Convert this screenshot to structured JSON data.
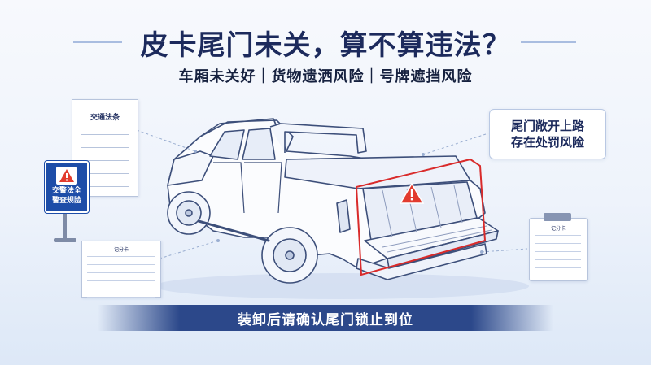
{
  "header": {
    "title": "皮卡尾门未关，算不算违法？",
    "subtitle": "车厢未关好｜货物遗洒风险｜号牌遮挡风险"
  },
  "callout": {
    "line1": "尾门敞开上路",
    "line2": "存在处罚风险"
  },
  "documents": {
    "law_doc_title": "交通法条",
    "sign_line1": "交警法全",
    "sign_line2": "警查规险",
    "card_title": "记分卡",
    "clipboard_title": "记分卡"
  },
  "footer": {
    "banner_text": "装卸后请确认尾门锁止到位"
  },
  "colors": {
    "title": "#1c2a5c",
    "highlight_box": "#d92b2b",
    "warning_fill": "#e23b2e",
    "sign_blue": "#1d4da8",
    "banner": "#1e3c82"
  },
  "icons": [
    "warning-triangle-icon",
    "traffic-sign-icon",
    "clipboard-icon",
    "document-icon"
  ]
}
